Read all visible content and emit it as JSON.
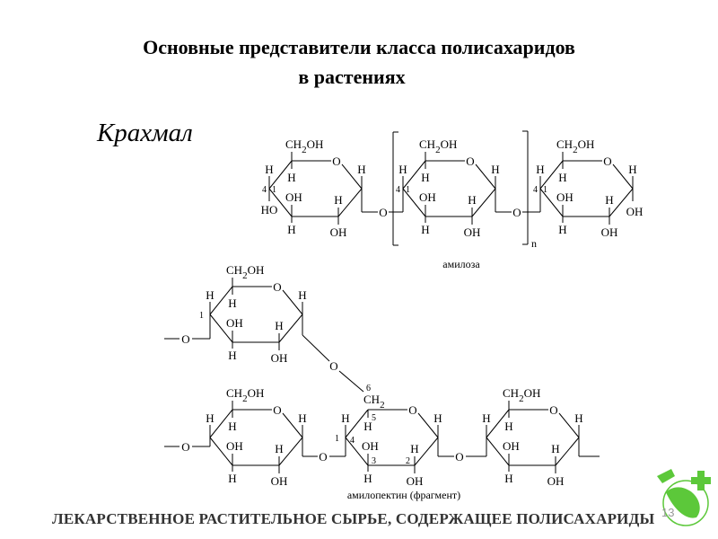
{
  "slide": {
    "title_line1": "Основные представители класса полисахаридов",
    "title_line2": "в растениях",
    "subtitle": "Крахмал",
    "footer": "ЛЕКАРСТВЕННОЕ РАСТИТЕЛЬНОЕ СЫРЬЕ, СОДЕРЖАЩЕЕ ПОЛИСАХАРИДЫ",
    "page_number": "13",
    "logo_color": "#5cc83a"
  },
  "diagram": {
    "amylose_caption": "амилоза",
    "amylopectin_caption": "амилопектин (фрагмент)",
    "repeat_index": "n",
    "link_oxygen": "O",
    "ch2oh": [
      "CH",
      "2",
      "OH"
    ],
    "ch2": [
      "CH",
      "2"
    ],
    "ring_labels": {
      "ring_o": "O",
      "h": "H",
      "oh": "OH",
      "ho": "HO",
      "c1": "1",
      "c2": "2",
      "c3": "3",
      "c4": "4",
      "c5": "5",
      "c6": "6"
    }
  }
}
